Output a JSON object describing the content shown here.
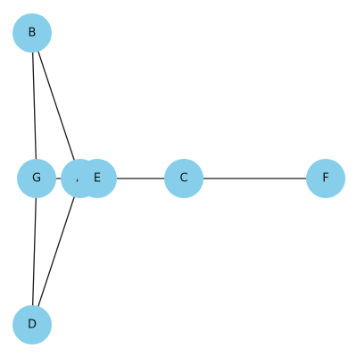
{
  "graph": {
    "node_color": "#87ceeb",
    "edge_color": "#1a1a1a",
    "nodes": [
      {
        "id": "B",
        "label": "B"
      },
      {
        "id": "G",
        "label": "G"
      },
      {
        "id": "A",
        "label": "A"
      },
      {
        "id": "E",
        "label": "E"
      },
      {
        "id": "C",
        "label": "C"
      },
      {
        "id": "F",
        "label": "F"
      },
      {
        "id": "D",
        "label": "D"
      }
    ],
    "edges": [
      [
        "B",
        "G"
      ],
      [
        "B",
        "A"
      ],
      [
        "G",
        "A"
      ],
      [
        "G",
        "D"
      ],
      [
        "A",
        "D"
      ],
      [
        "E",
        "C"
      ],
      [
        "C",
        "F"
      ]
    ]
  }
}
